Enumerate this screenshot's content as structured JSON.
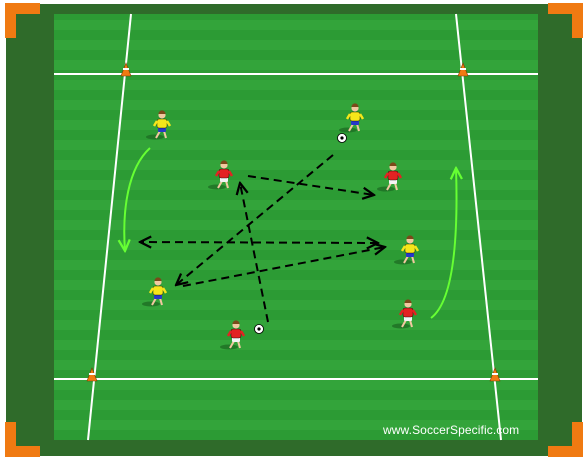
{
  "watermark": "www.SoccerSpecific.com",
  "colors": {
    "border": "#2f6b2a",
    "pitch_light": "#33a43a",
    "pitch_dark": "#2a9a33",
    "line": "#ffffff",
    "corner_flag": "#f07a12",
    "cone": "#f07a12",
    "arrow": "#000000",
    "run_arrow": "#66ff33",
    "team_yellow_shirt": "#f5e61a",
    "team_yellow_shorts": "#2838c8",
    "team_red_shirt": "#e32222",
    "team_red_shorts": "#f4f4f4"
  },
  "players": [
    {
      "team": "yellow"
    },
    {
      "team": "yellow"
    },
    {
      "team": "yellow"
    },
    {
      "team": "yellow"
    },
    {
      "team": "red"
    },
    {
      "team": "red"
    },
    {
      "team": "red"
    },
    {
      "team": "red"
    }
  ],
  "balls": 2,
  "cones": 4,
  "pass_arrows": 5,
  "run_arrows": 2
}
